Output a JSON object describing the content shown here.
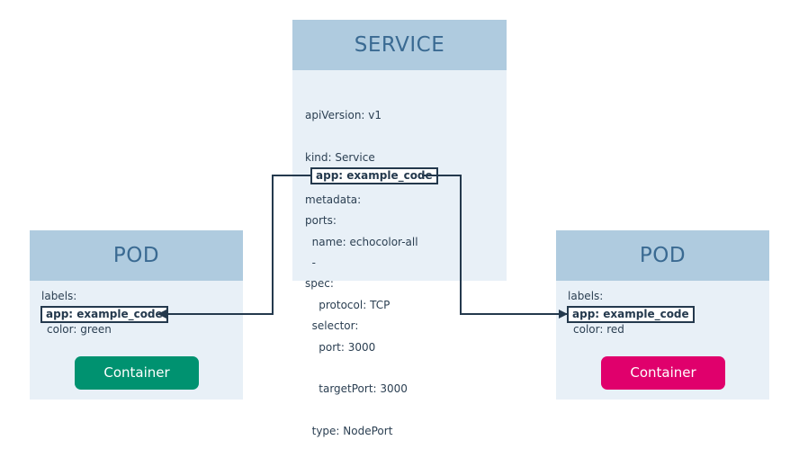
{
  "service": {
    "title": "SERVICE",
    "yaml_before": [
      "apiVersion: v1",
      "kind: Service",
      "metadata:",
      "  name: echocolor-all",
      "spec:",
      "  selector:"
    ],
    "selector": "app: example_code",
    "yaml_after": [
      "ports:",
      "  -",
      "    protocol: TCP",
      "    port: 3000",
      "    targetPort: 3000",
      "  type: NodePort"
    ]
  },
  "pods": [
    {
      "title": "POD",
      "labels_heading": "labels:",
      "selector": "app: example_code",
      "color_line": "color: green",
      "container_label": "Container",
      "container_color": "#009270"
    },
    {
      "title": "POD",
      "labels_heading": "labels:",
      "selector": "app: example_code",
      "color_line": "color: red",
      "container_label": "Container",
      "container_color": "#e0006c"
    }
  ],
  "colors": {
    "header": "#afcbdf",
    "panel": "#e8f0f7",
    "line": "#24394d"
  }
}
